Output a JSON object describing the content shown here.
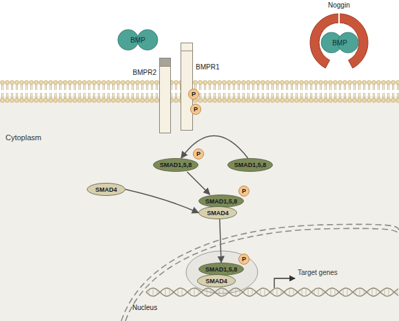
{
  "diagram": {
    "nodes": [
      {
        "text": [
          "BMP"
        ]
      },
      {
        "text": [
          "Noggin"
        ]
      },
      {
        "text": [
          "BMP"
        ],
        "in": 1
      },
      {
        "text": [
          "BMPR2"
        ]
      },
      {
        "text": [
          "BMPR1"
        ]
      },
      {
        "text": [
          "P"
        ]
      },
      {
        "text": [
          "P"
        ]
      },
      {
        "text": [
          "SMAD1,5,8"
        ]
      },
      {
        "text": [
          "P"
        ]
      },
      {
        "text": [
          "SMAD1,5,8"
        ]
      },
      {
        "text": [
          "SMAD4"
        ]
      },
      {
        "text": [
          "SMAD1,5,8"
        ]
      },
      {
        "text": [
          "P"
        ]
      },
      {
        "text": [
          "SMAD4"
        ]
      },
      {
        "text": [
          "Nucleus"
        ]
      },
      {
        "text": [
          "SMAD1,5,8"
        ],
        "in": 14
      },
      {
        "text": [
          "P"
        ],
        "in": 14
      },
      {
        "text": [
          "SMAD4"
        ],
        "in": 14
      }
    ],
    "edges": [
      {
        "from": 9,
        "to": 7,
        "arrow": "to"
      },
      {
        "from": 7,
        "to": 11,
        "arrow": "to"
      },
      {
        "from": 10,
        "to": 13,
        "arrow": "to"
      },
      {
        "from": 13,
        "to": 15,
        "arrow": "to"
      }
    ],
    "labels": [
      "Cytoplasm",
      "Target genes"
    ]
  }
}
